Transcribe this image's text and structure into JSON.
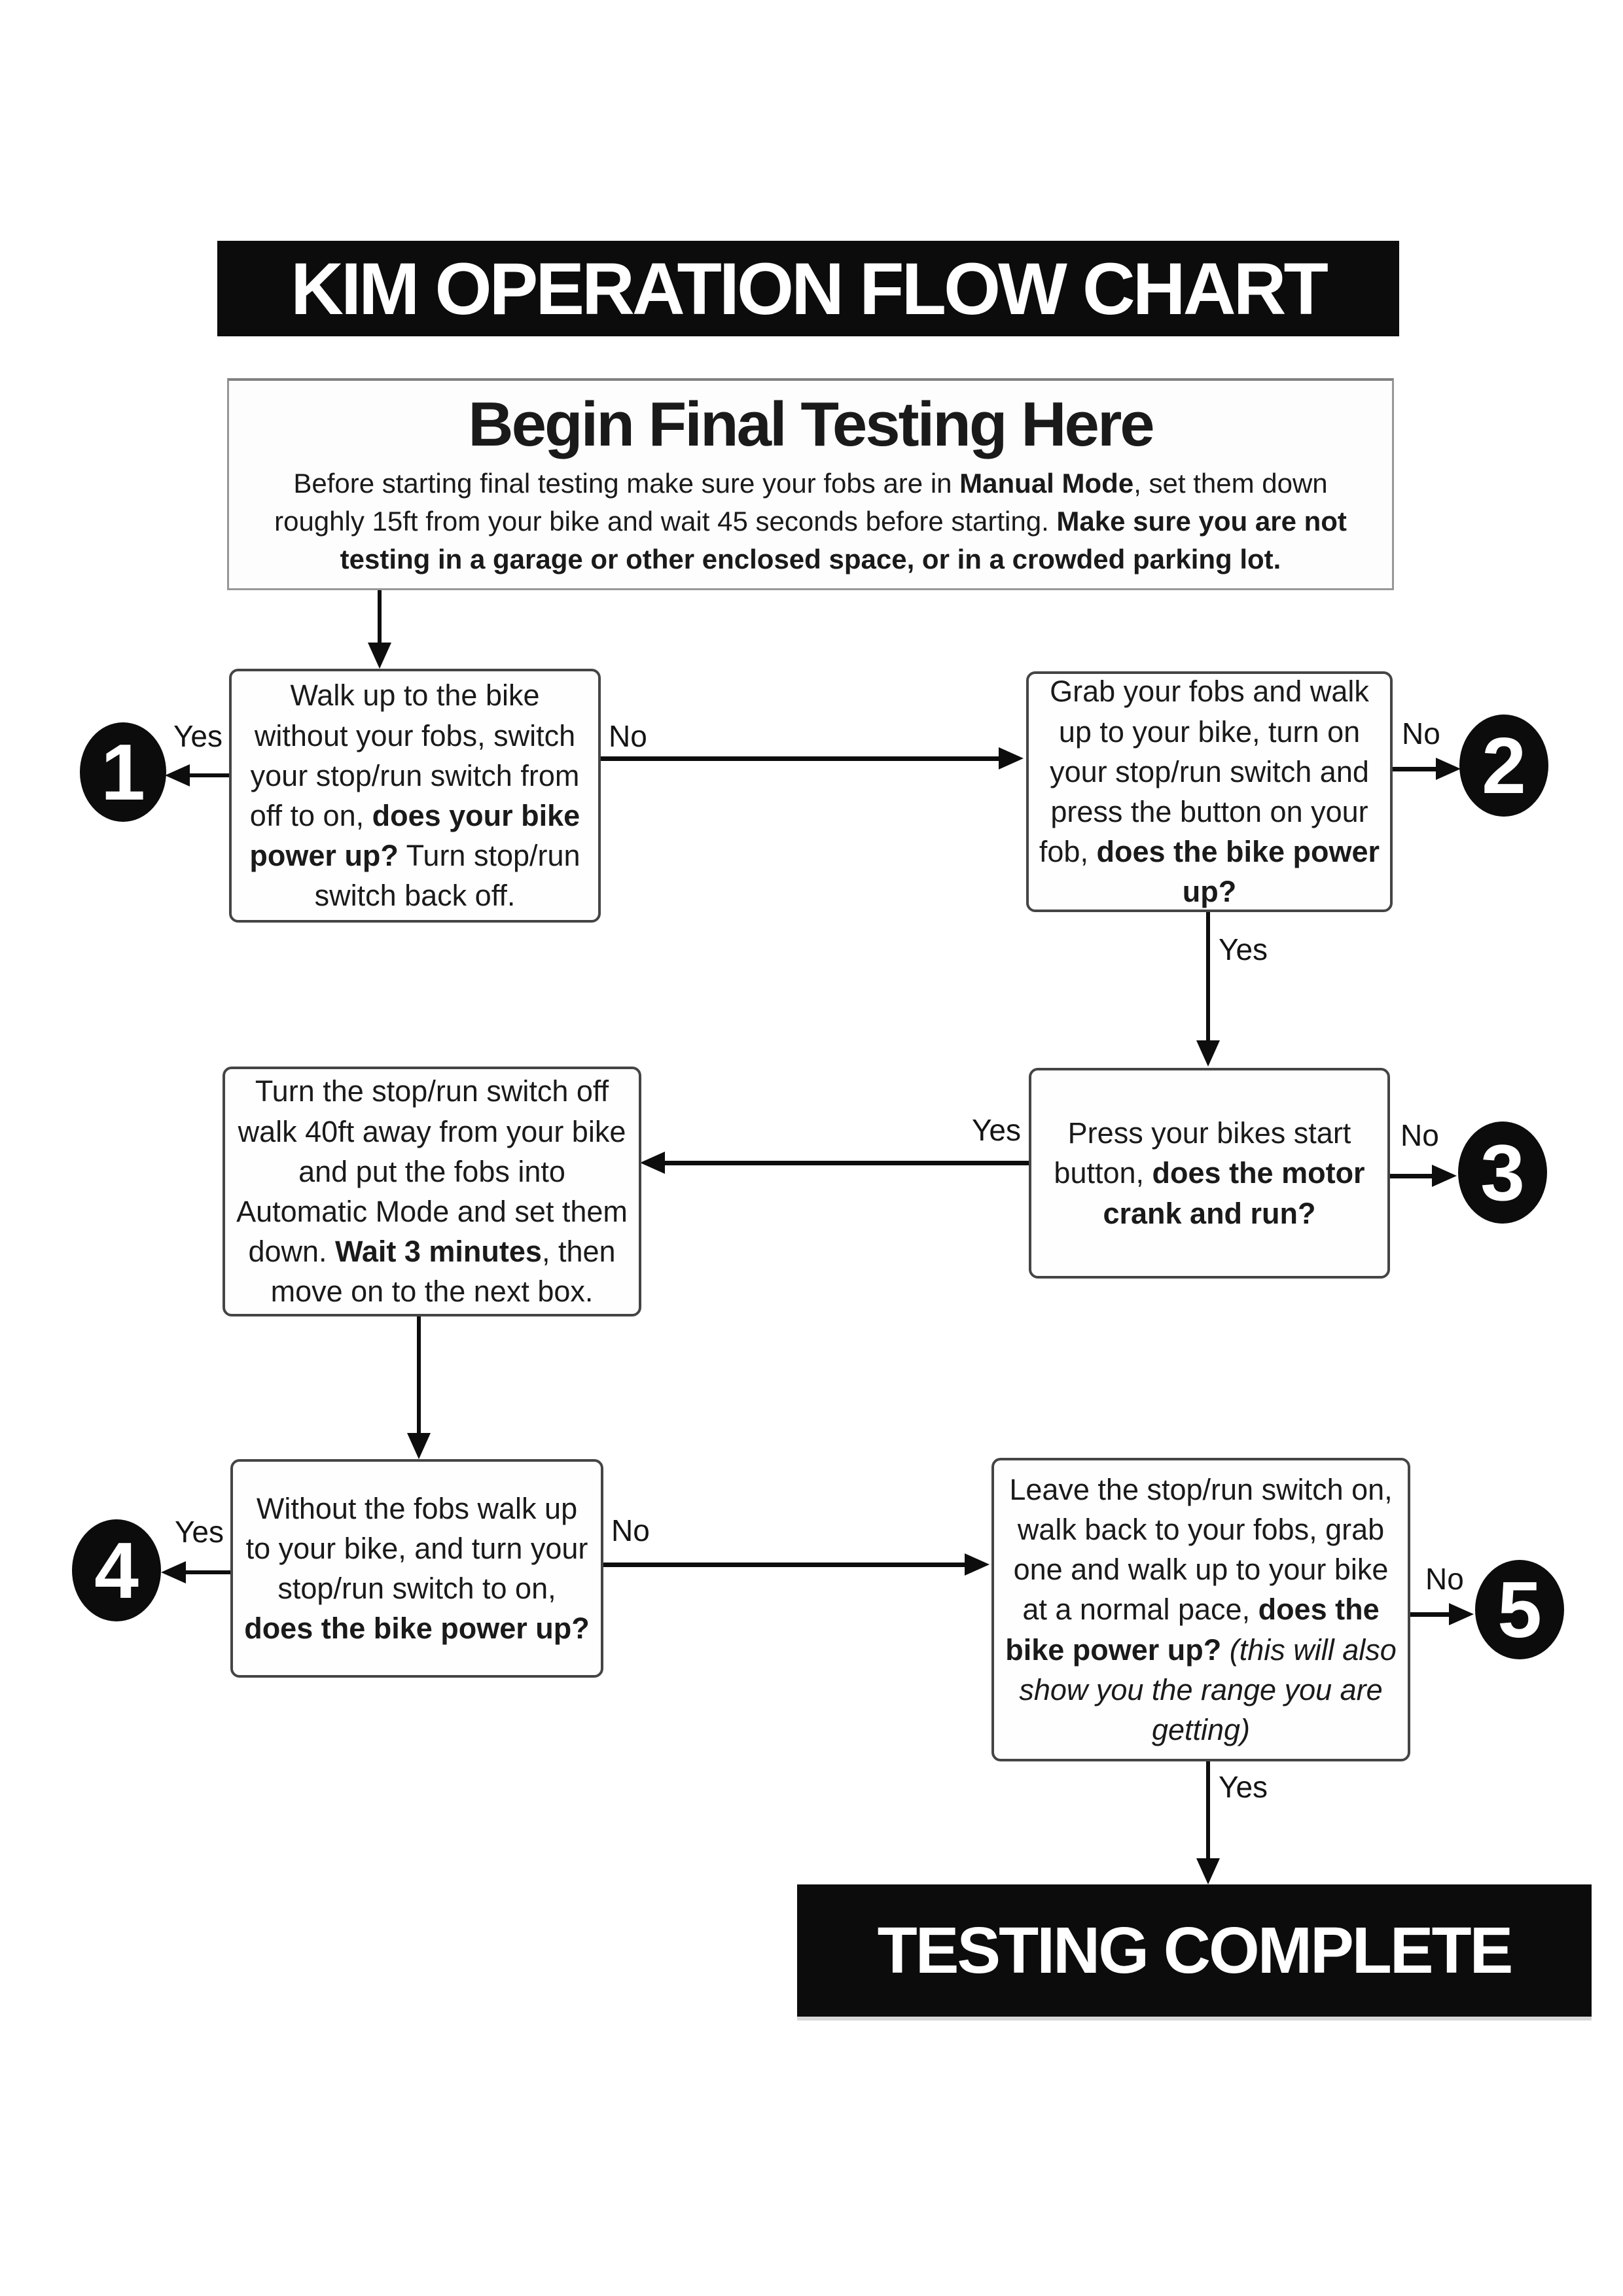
{
  "title": "KIM OPERATION FLOW CHART",
  "labels": {
    "yes": "Yes",
    "no": "No"
  },
  "endpoints": [
    "1",
    "2",
    "3",
    "4",
    "5"
  ],
  "complete_banner": "TESTING COMPLETE",
  "start_box": {
    "heading": "Begin Final Testing Here",
    "body": [
      {
        "text": "Before starting final testing make sure your fobs are in "
      },
      {
        "text": "Manual Mode",
        "bold": true
      },
      {
        "text": ", set them down roughly 15ft from your bike and wait 45 seconds before starting. "
      },
      {
        "text": "Make sure you are not testing in a garage or other enclosed space, or in a crowded parking lot.",
        "bold": true
      }
    ]
  },
  "boxes": {
    "walk_up_no_fobs": {
      "segments": [
        {
          "text": "Walk up to the bike without your fobs, switch your stop/run switch from off to on, "
        },
        {
          "text": "does your bike power up?",
          "bold": true
        },
        {
          "text": " Turn stop/run switch back off."
        }
      ]
    },
    "grab_fobs": {
      "segments": [
        {
          "text": "Grab your fobs and walk up to your bike, turn on your stop/run switch and press the button on your fob, "
        },
        {
          "text": "does the bike power up?",
          "bold": true
        }
      ]
    },
    "turn_switch_off": {
      "segments": [
        {
          "text": "Turn the stop/run switch off walk 40ft away from your bike and put the fobs into Automatic Mode and set them down. "
        },
        {
          "text": "Wait 3 minutes",
          "bold": true
        },
        {
          "text": ", then move on to the next box."
        }
      ]
    },
    "press_start": {
      "segments": [
        {
          "text": "Press your bikes start button, "
        },
        {
          "text": "does the motor crank and run?",
          "bold": true
        }
      ]
    },
    "without_fobs": {
      "segments": [
        {
          "text": "Without the fobs walk up to your bike, and turn your stop/run switch to on, "
        },
        {
          "text": "does the bike power up?",
          "bold": true
        }
      ]
    },
    "leave_switch_on": {
      "segments": [
        {
          "text": "Leave the stop/run switch on, walk back to your fobs, grab one and walk up to your bike at a normal pace, "
        },
        {
          "text": "does the bike power up?",
          "bold": true
        },
        {
          "text": " (this will also show you the range you are getting)",
          "italic": true
        }
      ]
    }
  }
}
